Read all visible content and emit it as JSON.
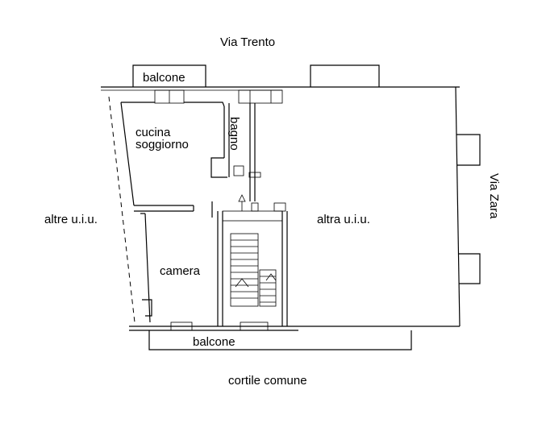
{
  "streets": {
    "north": "Via Trento",
    "east": "Via Zara",
    "south": "cortile comune"
  },
  "rooms": {
    "kitchen_line1": "cucina",
    "kitchen_line2": "soggiorno",
    "bathroom": "bagno",
    "bedroom": "camera"
  },
  "balconies": {
    "north": "balcone",
    "south": "balcone"
  },
  "neighbors": {
    "west": "altre u.i.u.",
    "east": "altra u.i.u."
  },
  "colors": {
    "line": "#000000",
    "background": "#ffffff"
  }
}
